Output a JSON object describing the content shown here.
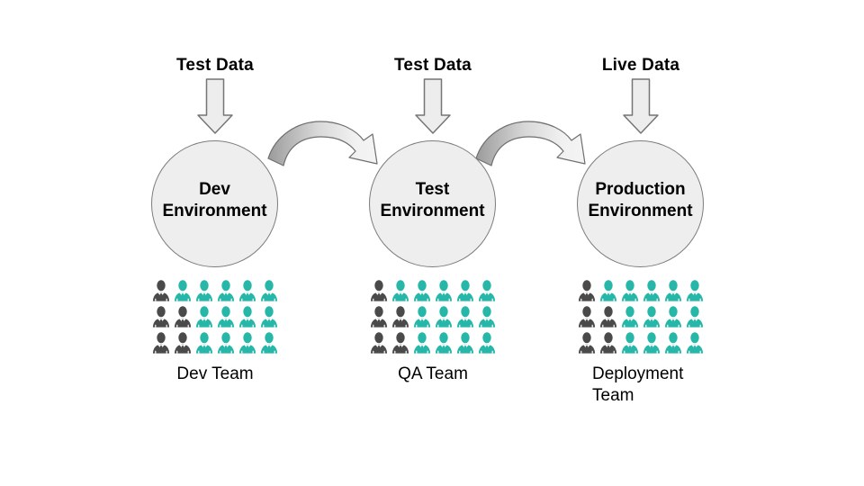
{
  "colors": {
    "person_teal": "#26b7a9",
    "person_dark": "#4a4a4a",
    "shape_fill": "#eeeeee",
    "shape_stroke": "#7c7c7c"
  },
  "columns": [
    {
      "id": "dev",
      "input_label": "Test Data",
      "environment_label": "Dev Environment",
      "team": {
        "label": "Dev Team",
        "rows": [
          [
            "dark",
            "teal",
            "teal",
            "teal",
            "teal",
            "teal"
          ],
          [
            "dark",
            "dark",
            "teal",
            "teal",
            "teal",
            "teal"
          ],
          [
            "dark",
            "dark",
            "teal",
            "teal",
            "teal",
            "teal"
          ]
        ]
      }
    },
    {
      "id": "test",
      "input_label": "Test Data",
      "environment_label": "Test Environment",
      "team": {
        "label": "QA Team",
        "rows": [
          [
            "dark",
            "teal",
            "teal",
            "teal",
            "teal",
            "teal"
          ],
          [
            "dark",
            "dark",
            "teal",
            "teal",
            "teal",
            "teal"
          ],
          [
            "dark",
            "dark",
            "teal",
            "teal",
            "teal",
            "teal"
          ]
        ]
      }
    },
    {
      "id": "production",
      "input_label": "Live Data",
      "environment_label": "Production Environment",
      "team": {
        "label": "Deployment Team",
        "rows": [
          [
            "dark",
            "teal",
            "teal",
            "teal",
            "teal",
            "teal"
          ],
          [
            "dark",
            "dark",
            "teal",
            "teal",
            "teal",
            "teal"
          ],
          [
            "dark",
            "dark",
            "teal",
            "teal",
            "teal",
            "teal"
          ]
        ]
      }
    }
  ],
  "flow_arrows": [
    {
      "from": "dev",
      "to": "test"
    },
    {
      "from": "test",
      "to": "production"
    }
  ]
}
